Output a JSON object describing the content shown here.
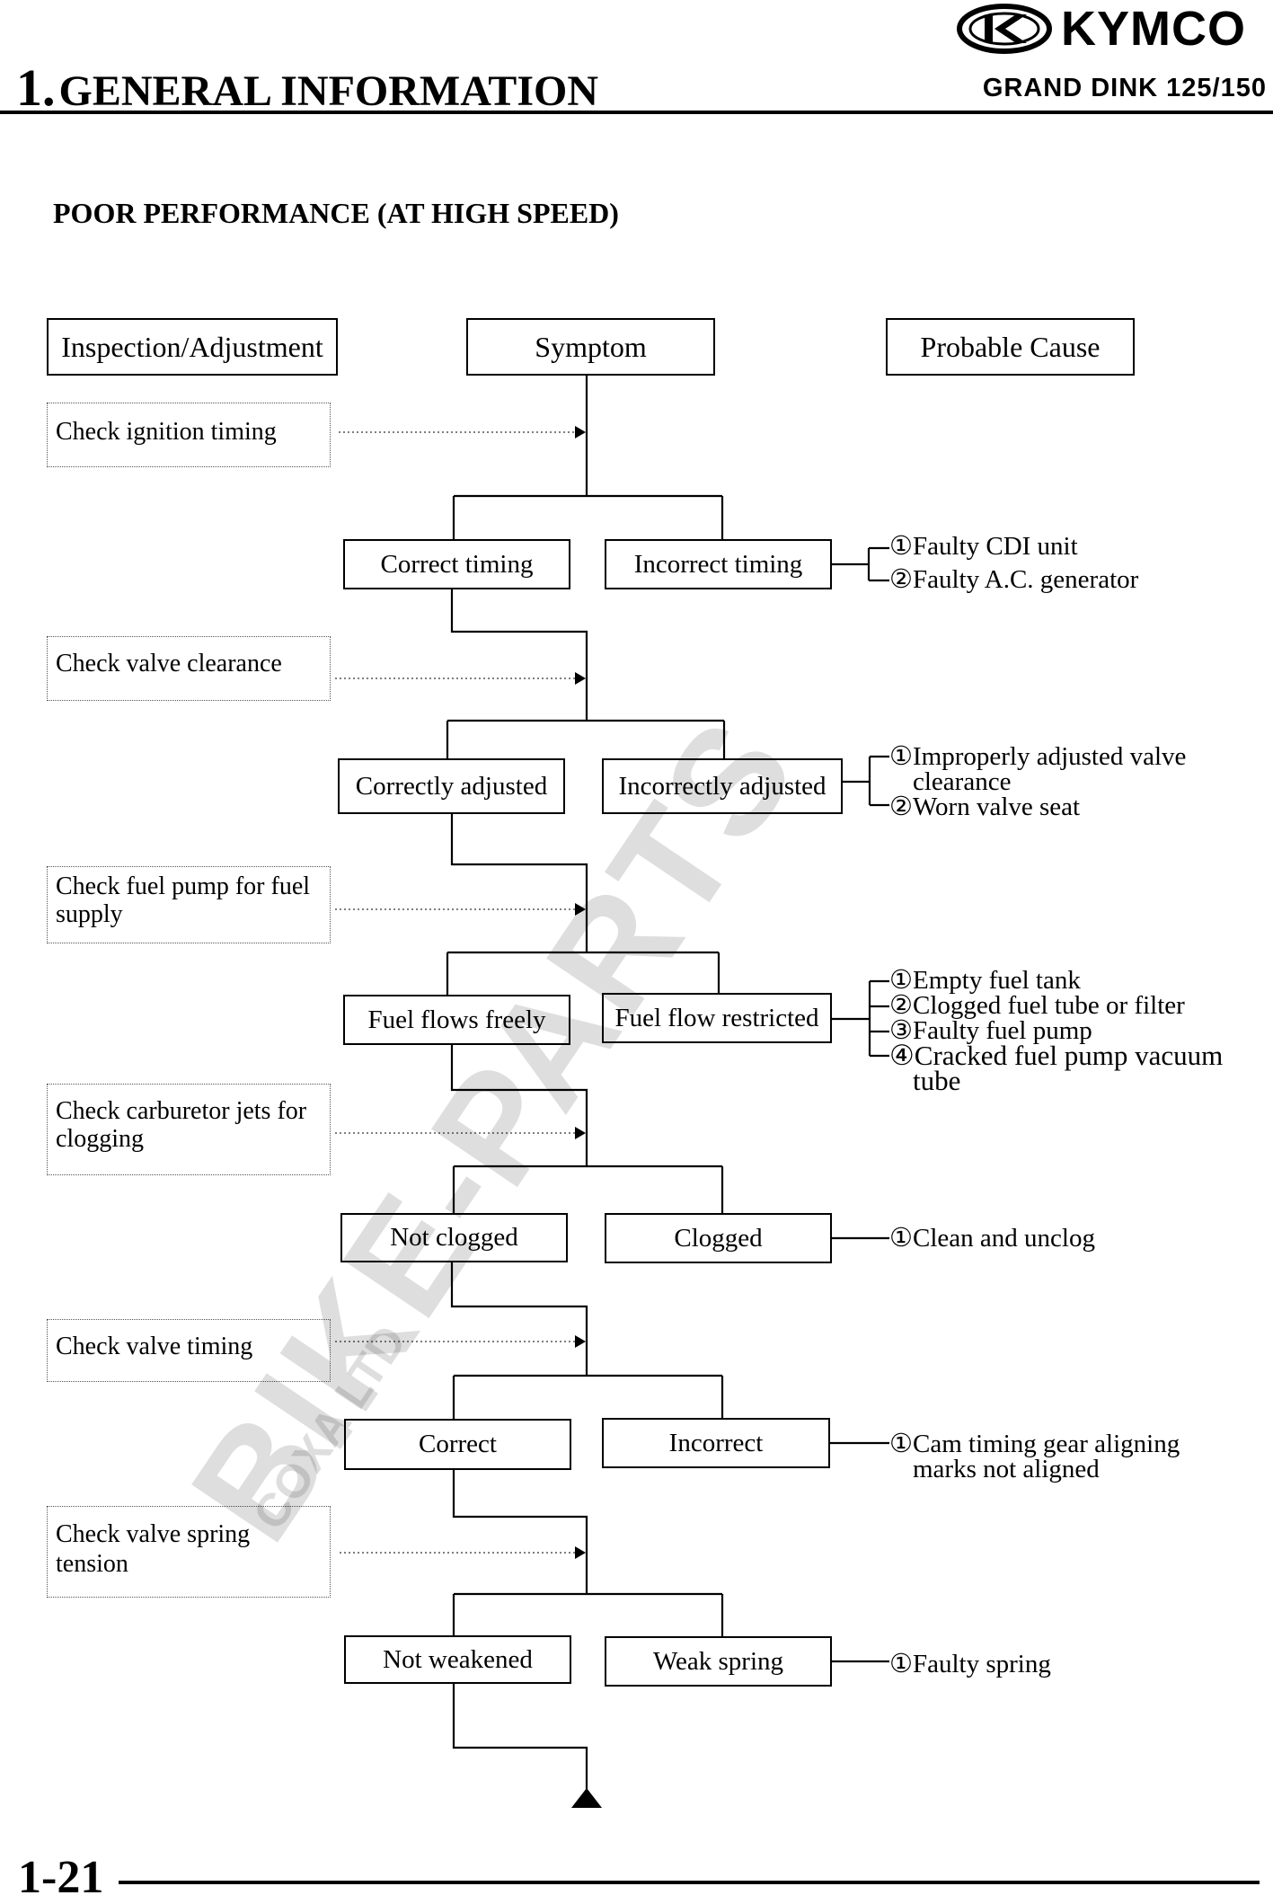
{
  "header": {
    "brand": "KYMCO",
    "chapter_number": "1.",
    "chapter_title": "GENERAL INFORMATION",
    "model": "GRAND DINK 125/150"
  },
  "section_title": "POOR PERFORMANCE (AT HIGH SPEED)",
  "columns": {
    "inspection": "Inspection/Adjustment",
    "symptom": "Symptom",
    "cause": "Probable Cause"
  },
  "steps": [
    {
      "check": "Check ignition timing",
      "ok": "Correct timing",
      "ng": "Incorrect timing",
      "causes": [
        "①Faulty CDI unit",
        "②Faulty A.C. generator"
      ]
    },
    {
      "check": "Check valve clearance",
      "ok": "Correctly adjusted",
      "ng": "Incorrectly adjusted",
      "causes": [
        "①Improperly adjusted valve",
        "clearance",
        "②Worn valve seat"
      ]
    },
    {
      "check": "Check fuel pump for fuel supply",
      "ok": "Fuel flows freely",
      "ng": "Fuel flow restricted",
      "causes": [
        "①Empty fuel tank",
        "②Clogged fuel tube or filter",
        "③Faulty fuel pump",
        "④Cracked fuel pump vacuum",
        "tube"
      ]
    },
    {
      "check": "Check carburetor jets for clogging",
      "ok": "Not clogged",
      "ng": "Clogged",
      "causes": [
        "①Clean and unclog"
      ]
    },
    {
      "check": "Check valve timing",
      "ok": "Correct",
      "ng": "Incorrect",
      "causes": [
        "①Cam timing gear aligning",
        "marks not aligned"
      ]
    },
    {
      "check": "Check valve spring tension",
      "ok": "Not weakened",
      "ng": "Weak spring",
      "causes": [
        "①Faulty spring"
      ]
    }
  ],
  "page_number": "1-21",
  "watermark": {
    "main": "BIKE-PARTS",
    "sub": "COXA LTD"
  }
}
